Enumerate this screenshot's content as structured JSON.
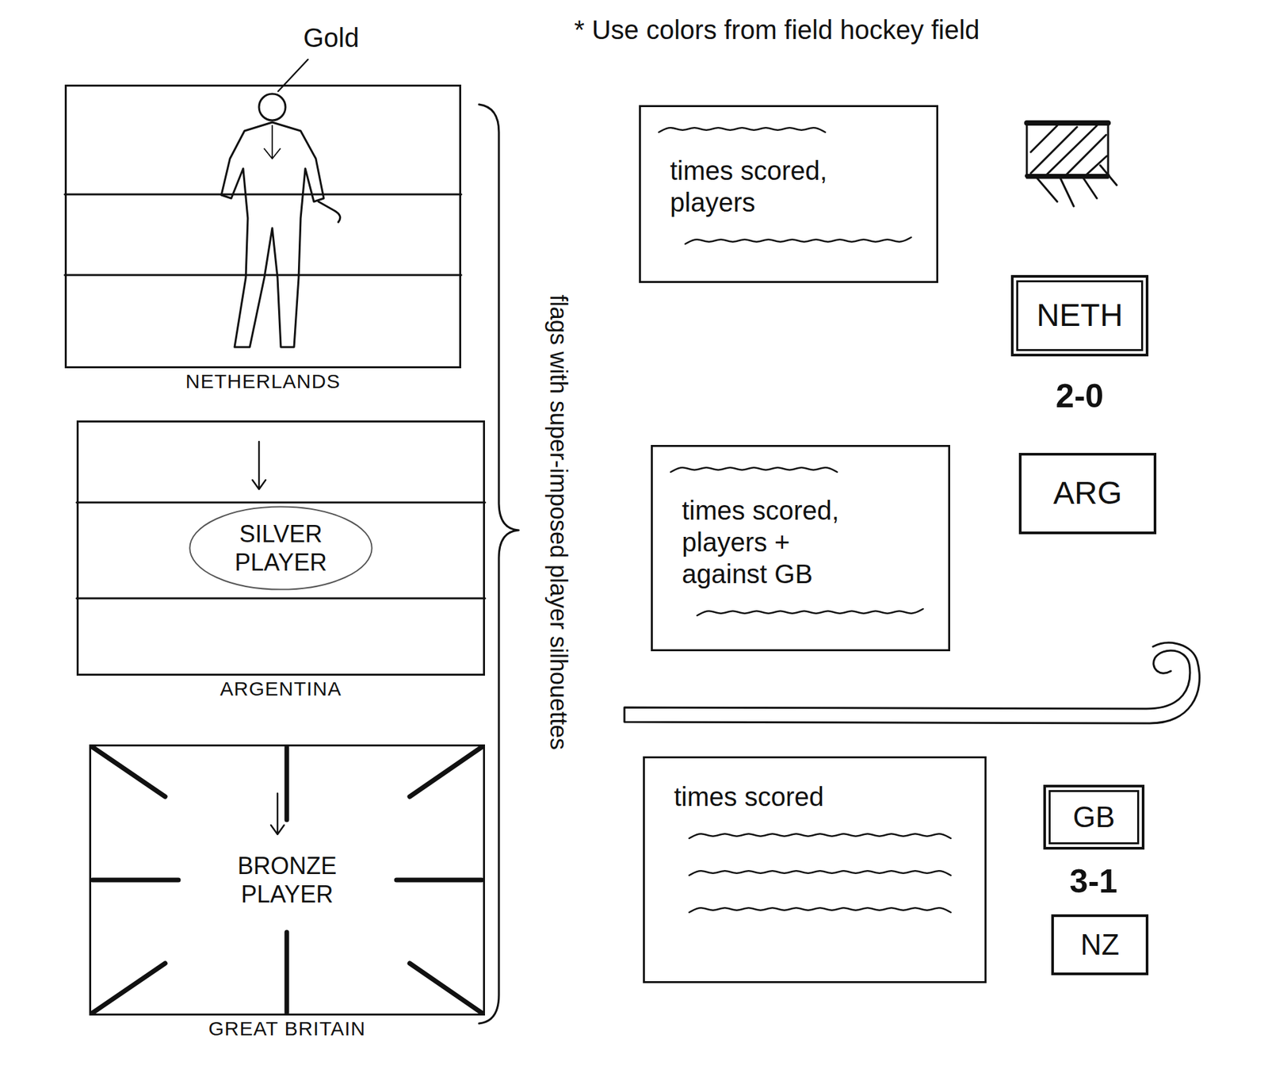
{
  "diagram": {
    "nodes": [
      {
        "text": [
          "NETHERLANDS"
        ]
      },
      {
        "text": [
          "SILVER PLAYER",
          "ARGENTINA"
        ]
      },
      {
        "text": [
          "BRONZE PLAYER",
          "GREAT BRITAIN"
        ]
      },
      {
        "text": [
          "times scored, players"
        ]
      },
      {
        "text": [
          "NETH"
        ]
      },
      {
        "text": [
          "times scored, players + against GB"
        ]
      },
      {
        "text": [
          "ARG"
        ]
      },
      {
        "text": [
          "times scored"
        ]
      },
      {
        "text": [
          "GB"
        ]
      },
      {
        "text": [
          "NZ"
        ]
      }
    ],
    "labels": [
      "* Use colors from field hockey field",
      "Gold",
      "flags with super-imposed player silhouettes",
      "2-0",
      "3-1"
    ]
  }
}
